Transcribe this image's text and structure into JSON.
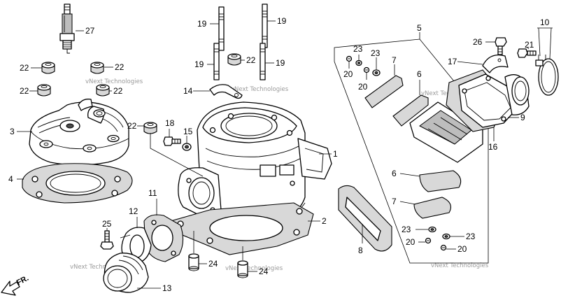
{
  "watermark": "vNext Technologies",
  "direction_label": "FR.",
  "callouts": {
    "c27": "27",
    "c22a": "22",
    "c22b": "22",
    "c22c": "22",
    "c22d": "22",
    "c22e": "22",
    "c22f": "22",
    "c3": "3",
    "c4": "4",
    "c19a": "19",
    "c19b": "19",
    "c19c": "19",
    "c19d": "19",
    "c14": "14",
    "c18": "18",
    "c15": "15",
    "c1": "1",
    "c2": "2",
    "c11": "11",
    "c12": "12",
    "c25": "25",
    "c13": "13",
    "c24a": "24",
    "c24b": "24",
    "c5": "5",
    "c23a": "23",
    "c23b": "23",
    "c23c": "23",
    "c23d": "23",
    "c20a": "20",
    "c20b": "20",
    "c20c": "20",
    "c20d": "20",
    "c7a": "7",
    "c7b": "7",
    "c6a": "6",
    "c6b": "6",
    "c8": "8",
    "c16": "16",
    "c17": "17",
    "c26": "26",
    "c21": "21",
    "c10": "10",
    "c9": "9"
  }
}
